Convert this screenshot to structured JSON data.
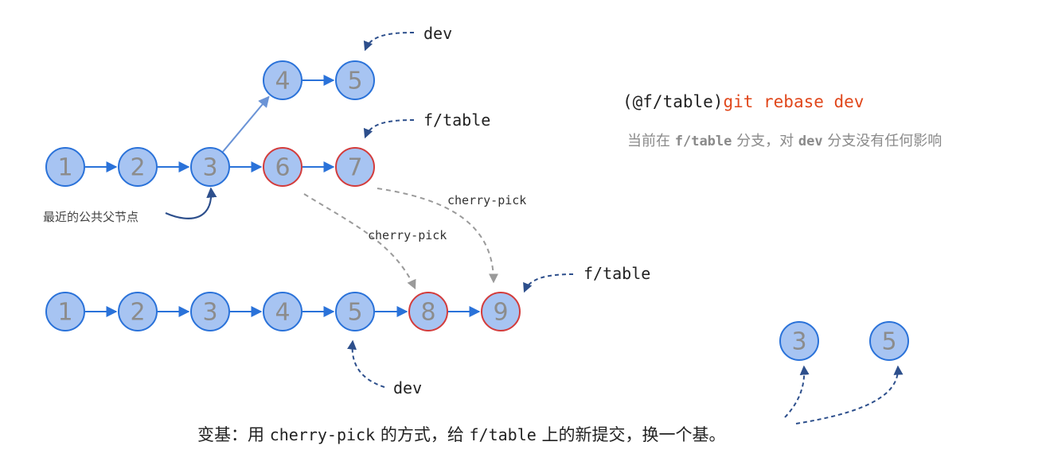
{
  "colors": {
    "node_fill": "#a7c4f2",
    "dev_stroke": "#2a72d9",
    "feature_stroke": "#d33c3c",
    "arrow_blue": "#2a72d9",
    "pointer_navy": "#2d4f8c",
    "cherry_pick_gray": "#9a9a9a",
    "command_red": "#e0471b"
  },
  "top_graph": {
    "nodes": [
      {
        "id": "t1",
        "label": "1",
        "kind": "dev"
      },
      {
        "id": "t2",
        "label": "2",
        "kind": "dev"
      },
      {
        "id": "t3",
        "label": "3",
        "kind": "dev"
      },
      {
        "id": "t4",
        "label": "4",
        "kind": "dev"
      },
      {
        "id": "t5",
        "label": "5",
        "kind": "dev"
      },
      {
        "id": "t6",
        "label": "6",
        "kind": "feature"
      },
      {
        "id": "t7",
        "label": "7",
        "kind": "feature"
      }
    ],
    "edges": [
      [
        "t1",
        "t2"
      ],
      [
        "t2",
        "t3"
      ],
      [
        "t3",
        "t6"
      ],
      [
        "t6",
        "t7"
      ],
      [
        "t3",
        "t4"
      ],
      [
        "t4",
        "t5"
      ]
    ],
    "dev_label": "dev",
    "feature_label": "f/table",
    "common_ancestor_label": "最近的公共父节点"
  },
  "bottom_graph": {
    "nodes": [
      {
        "id": "b1",
        "label": "1",
        "kind": "dev"
      },
      {
        "id": "b2",
        "label": "2",
        "kind": "dev"
      },
      {
        "id": "b3",
        "label": "3",
        "kind": "dev"
      },
      {
        "id": "b4",
        "label": "4",
        "kind": "dev"
      },
      {
        "id": "b5",
        "label": "5",
        "kind": "dev"
      },
      {
        "id": "b8",
        "label": "8",
        "kind": "feature"
      },
      {
        "id": "b9",
        "label": "9",
        "kind": "feature"
      }
    ],
    "edges": [
      [
        "b1",
        "b2"
      ],
      [
        "b2",
        "b3"
      ],
      [
        "b3",
        "b4"
      ],
      [
        "b4",
        "b5"
      ],
      [
        "b5",
        "b8"
      ],
      [
        "b8",
        "b9"
      ]
    ],
    "dev_label": "dev",
    "feature_label": "f/table"
  },
  "cherry_picks": [
    {
      "label": "cherry-pick",
      "from": "t6",
      "to": "b8"
    },
    {
      "label": "cherry-pick",
      "from": "t7",
      "to": "b9"
    }
  ],
  "command": {
    "prompt": "(@f/table)",
    "text": "git rebase dev"
  },
  "note": {
    "part1": "当前在 ",
    "branch": "f/table",
    "part2": " 分支，对 ",
    "target": "dev",
    "part3": " 分支没有任何影响"
  },
  "side_nodes": [
    {
      "id": "s3",
      "label": "3"
    },
    {
      "id": "s5",
      "label": "5"
    }
  ],
  "caption": {
    "part1": "变基：用 ",
    "code1": "cherry-pick",
    "part2": " 的方式，给 ",
    "code2": "f/table",
    "part3": " 上的新提交，换一个基。"
  }
}
